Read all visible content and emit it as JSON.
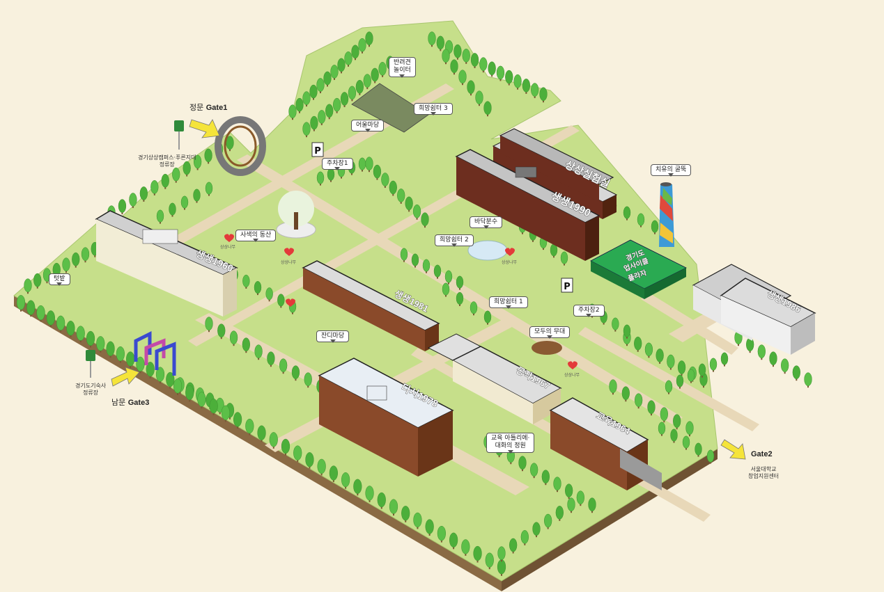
{
  "gates": {
    "gate1": {
      "ko": "정문",
      "en": "Gate1"
    },
    "gate2": {
      "en": "Gate2"
    },
    "gate3": {
      "ko": "남문",
      "en": "Gate3"
    }
  },
  "stops": {
    "stop_north": {
      "line1": "경기상상캠퍼스·푸른지대",
      "line2": "정류장"
    },
    "stop_south": {
      "line1": "경기도기숙사",
      "line2": "정류장"
    },
    "seoul_center": {
      "line1": "서울대학교",
      "line2": "창업지원센터"
    }
  },
  "callouts": {
    "pet_play": {
      "line1": "반려견",
      "line2": "놀이터"
    },
    "hope_shelter3": "희망쉼터 3",
    "eoul_yard": "어울마당",
    "parking1": "주차장1",
    "chimney": "치유의 굴뚝",
    "floor_fountain": "바닥분수",
    "hope_shelter2": "희망쉼터 2",
    "meditation_hill": "사색의 동산",
    "vegetable_garden": "텃밭",
    "hope_shelter1": "희망쉼터 1",
    "parking2": "주차장2",
    "everyone_stage": "모두의 무대",
    "lawn_yard": "잔디마당",
    "education_atelier": {
      "line1": "교육 아틀리에·",
      "line2": "대화의 정원"
    }
  },
  "tree_labels": {
    "sangsang1": "상상나무",
    "sangsang2": "상상나무",
    "sangsang3": "상상나무",
    "sangsang4": "상상나무"
  },
  "buildings": {
    "sangsang_lab": "상상실험실",
    "saengsaeng1990": "생생1990",
    "saengsaeng1960": "생생1960",
    "gyeonggi_plaza": {
      "line1": "경기도",
      "line2": "업사이클",
      "line3": "플라자"
    },
    "saengsaeng1986": "생생1986",
    "saengsaeng1981": "생생1981",
    "gongjak1967": "공작1967",
    "dasi1978": "다시1978",
    "gyoyuk1964": "교육1964"
  },
  "parking_sign": "P",
  "colors": {
    "background": "#f8f1de",
    "grass": "#c6df8a",
    "path": "#e8d8b8",
    "tree": "#4caf3a",
    "ground_side": "#9a7a50",
    "gate_arrow": "#f5e43a",
    "plaza_green": "#1f9a45"
  }
}
